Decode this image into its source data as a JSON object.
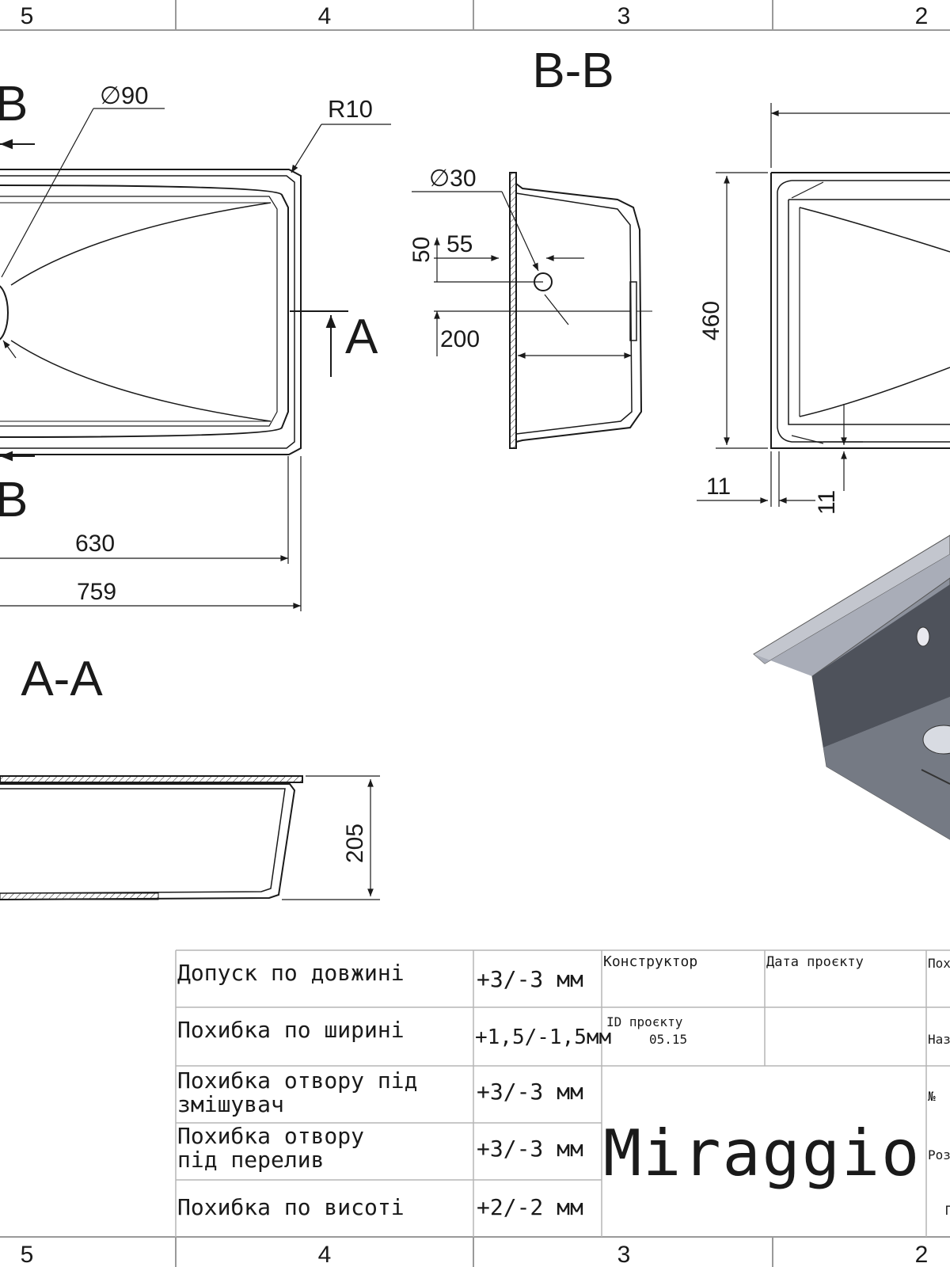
{
  "frame": {
    "zones_top": [
      "5",
      "4",
      "3",
      "2"
    ],
    "zones_bottom": [
      "5",
      "4",
      "3",
      "2"
    ]
  },
  "views": {
    "section_bb_title": "B-B",
    "section_aa_title": "A-A",
    "cut_b_label": "B",
    "cut_a_label": "A"
  },
  "dimensions": {
    "top_view": {
      "dia_drain": "∅90",
      "radius": "R10",
      "inner_length": "630",
      "overall_length": "759"
    },
    "section_bb": {
      "dia_overflow": "∅30",
      "dim_55": "55",
      "dim_50": "50",
      "dim_200": "200"
    },
    "side_view": {
      "width": "460",
      "flange_h": "11",
      "flange_v": "11"
    },
    "section_aa": {
      "depth": "205"
    }
  },
  "tolerances": [
    {
      "label_lines": [
        "Допуск по довжині"
      ],
      "value": "+3/-3 мм"
    },
    {
      "label_lines": [
        "Похибка по ширині"
      ],
      "value": "+1,5/-1,5мм"
    },
    {
      "label_lines": [
        "Похибка отвору під",
        "змішувач"
      ],
      "value": "+3/-3 мм"
    },
    {
      "label_lines": [
        "Похибка отвору",
        "під перелив"
      ],
      "value": "+3/-3 мм"
    },
    {
      "label_lines": [
        "Похибка по висоті"
      ],
      "value": "+2/-2 мм"
    }
  ],
  "title_block": {
    "designer_label": "Конструктор",
    "project_date_label": "Дата проєкту",
    "project_id_label": "ID проєкту",
    "project_id_value": "05.15",
    "brand": "Miraggio",
    "edge_labels": [
      "Пох",
      "Наз",
      "№",
      "Роз",
      "П"
    ]
  },
  "colors": {
    "line": "#1a1a1a",
    "grid": "#9a9a9a",
    "render_rim": "#a9adb8",
    "render_inner": "#4e525b",
    "render_wall": "#8c919c",
    "render_floor": "#757a84"
  }
}
